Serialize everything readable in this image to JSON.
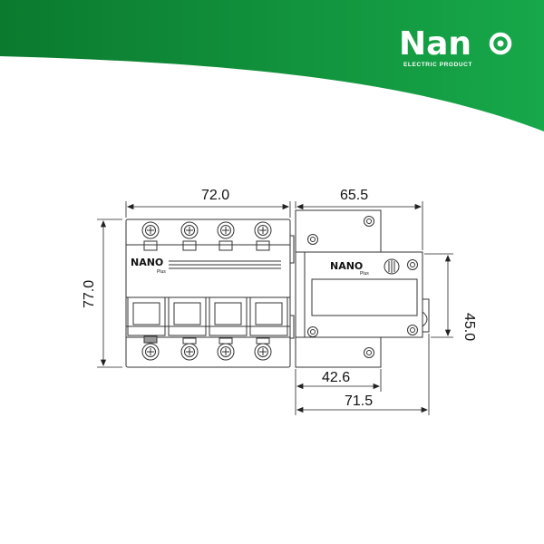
{
  "header": {
    "brand_name": "Nan",
    "tagline": "ELECTRIC PRODUCT",
    "colors": {
      "green_dark": "#0b7a2e",
      "green_light": "#15a63f"
    }
  },
  "front_view": {
    "module_brand": "NANO",
    "module_sub": "Plus",
    "dim_width": "72.0",
    "dim_height": "77.0"
  },
  "side_view": {
    "module_brand": "NANO",
    "module_sub": "Plus",
    "dim_top": "65.5",
    "dim_right": "45.0",
    "dim_bottom_inner": "42.6",
    "dim_bottom_outer": "71.5"
  }
}
